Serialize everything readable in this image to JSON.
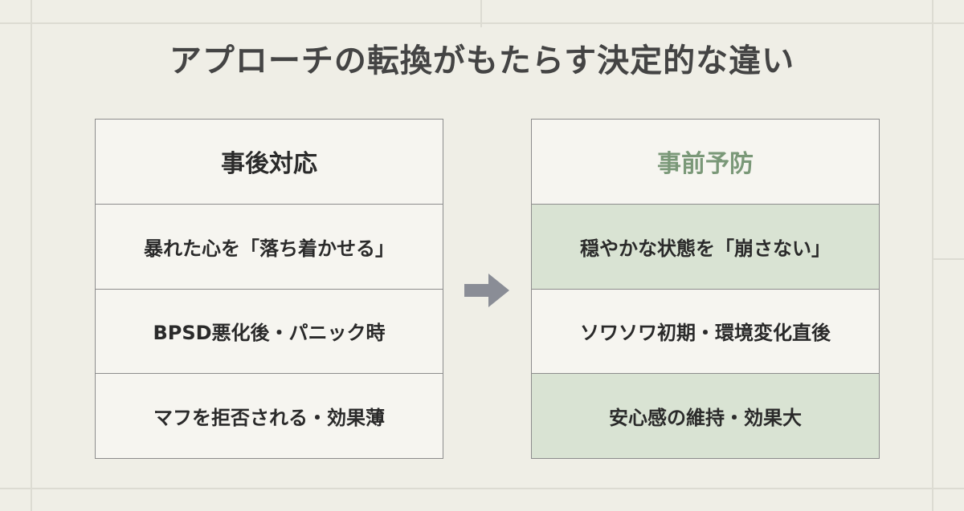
{
  "title": "アプローチの転換がもたらす決定的な違い",
  "left_panel": {
    "header": "事後対応",
    "rows": [
      "暴れた心を「落ち着かせる」",
      "BPSD悪化後・パニック時",
      "マフを拒否される・効果薄"
    ]
  },
  "right_panel": {
    "header": "事前予防",
    "rows": [
      "穏やかな状態を「崩さない」",
      "ソワソワ初期・環境変化直後",
      "安心感の維持・効果大"
    ]
  },
  "arrow_icon": "arrow-right-icon",
  "colors": {
    "background": "#efeee6",
    "accent_green_text": "#7a9878",
    "shaded_cell": "#d9e3d3",
    "border": "#8c8c8c",
    "arrow": "#8a8d96"
  }
}
